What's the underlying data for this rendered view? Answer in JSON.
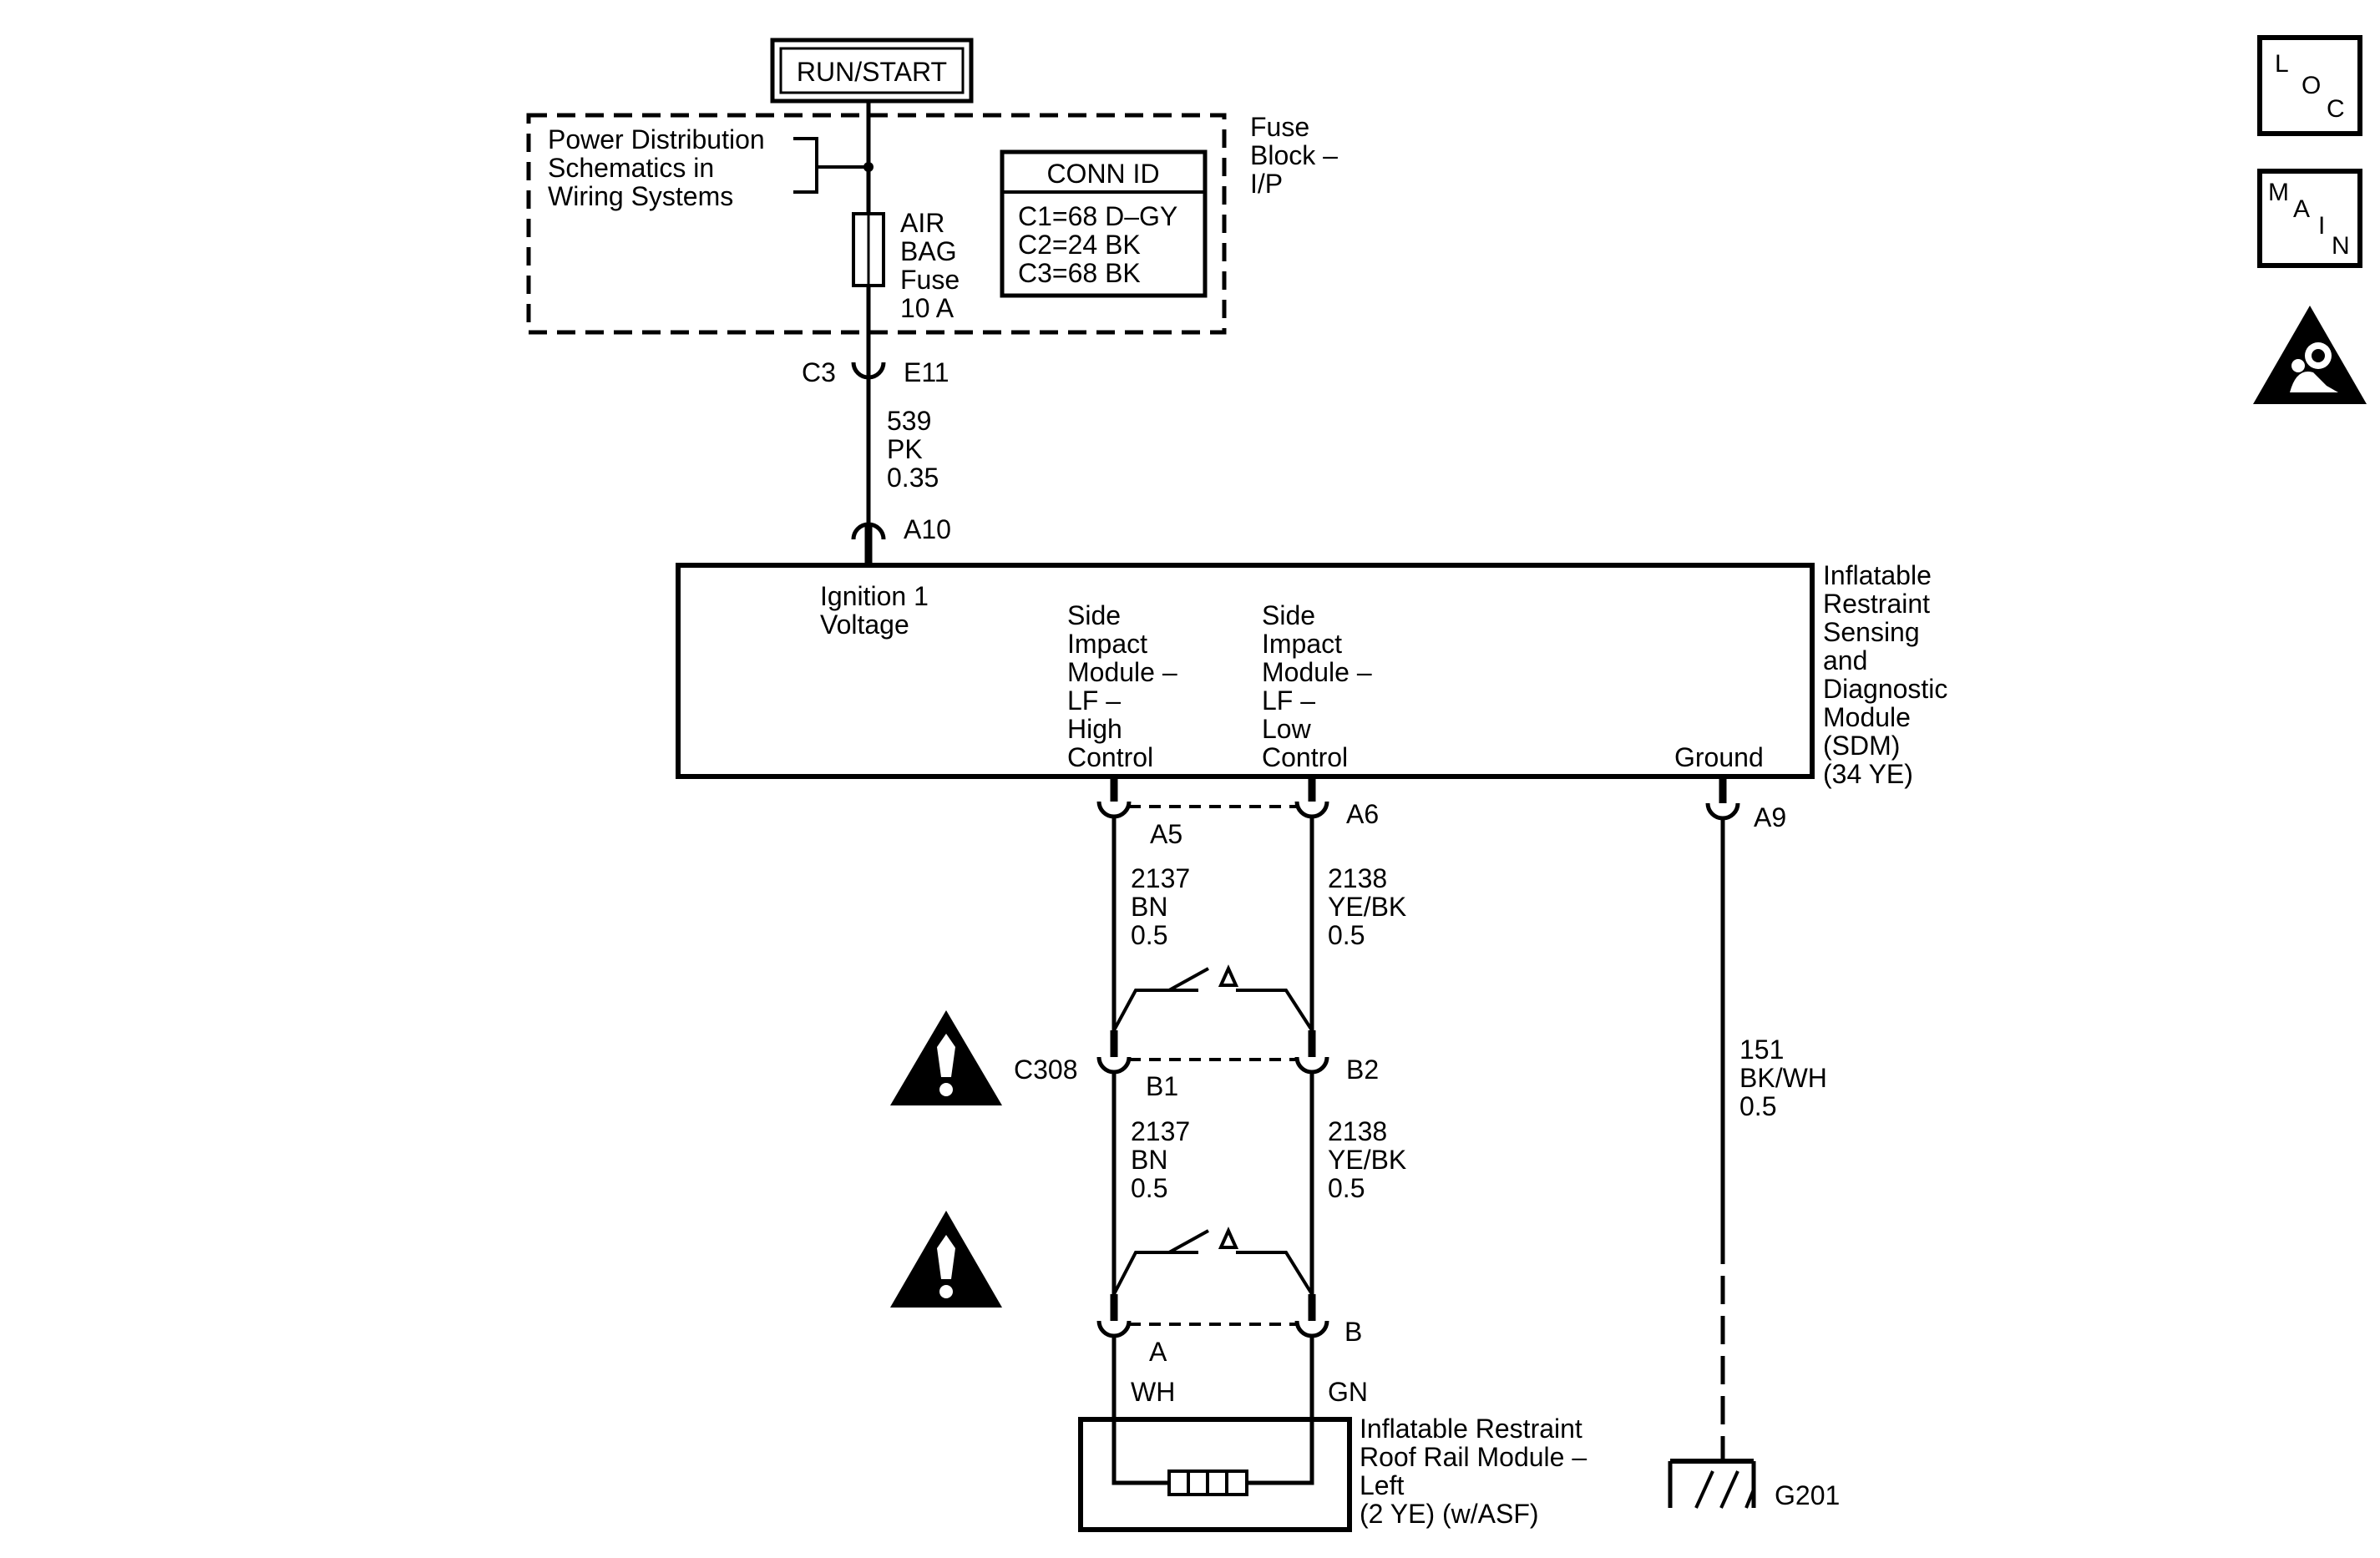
{
  "power": {
    "run_start": "RUN/START",
    "power_dist_lines": [
      "Power Distribution",
      "Schematics in",
      "Wiring Systems"
    ],
    "fuse_lines": [
      "AIR",
      "BAG",
      "Fuse",
      "10 A"
    ],
    "fuse_block_lines": [
      "Fuse",
      "Block –",
      "I/P"
    ],
    "conn_id": {
      "title": "CONN ID",
      "rows": [
        "C1=68 D–GY",
        "C2=24 BK",
        "C3=68 BK"
      ]
    }
  },
  "connectors": {
    "c3": "C3",
    "e11": "E11",
    "a10": "A10",
    "a5": "A5",
    "a6": "A6",
    "a9": "A9",
    "c308": "C308",
    "b1": "B1",
    "b2": "B2",
    "a": "A",
    "b": "B",
    "g201": "G201"
  },
  "wires": {
    "feed": [
      "539",
      "PK",
      "0.35"
    ],
    "high_upper": [
      "2137",
      "BN",
      "0.5"
    ],
    "low_upper": [
      "2138",
      "YE/BK",
      "0.5"
    ],
    "high_lower": [
      "2137",
      "BN",
      "0.5"
    ],
    "low_lower": [
      "2138",
      "YE/BK",
      "0.5"
    ],
    "ground": [
      "151",
      "BK/WH",
      "0.5"
    ],
    "wh": "WH",
    "gn": "GN"
  },
  "sdm": {
    "ignition_lines": [
      "Ignition 1",
      "Voltage"
    ],
    "high_control_lines": [
      "Side",
      "Impact",
      "Module –",
      "LF –",
      "High",
      "Control"
    ],
    "low_control_lines": [
      "Side",
      "Impact",
      "Module –",
      "LF –",
      "Low",
      "Control"
    ],
    "ground_label": "Ground",
    "name_lines": [
      "Inflatable",
      "Restraint",
      "Sensing",
      "and",
      "Diagnostic",
      "Module",
      "(SDM)",
      "(34 YE)"
    ]
  },
  "roof_rail": {
    "name_lines": [
      "Inflatable Restraint",
      "Roof Rail Module –",
      "Left",
      "(2 YE) (w/ASF)"
    ]
  },
  "nav_icons": {
    "loc_letters": [
      "L",
      "O",
      "C"
    ],
    "main_letters": [
      "M",
      "A",
      "I",
      "N"
    ],
    "airbag_icon": "airbag-warning-icon",
    "caution_icon": "caution-triangle-icon"
  }
}
